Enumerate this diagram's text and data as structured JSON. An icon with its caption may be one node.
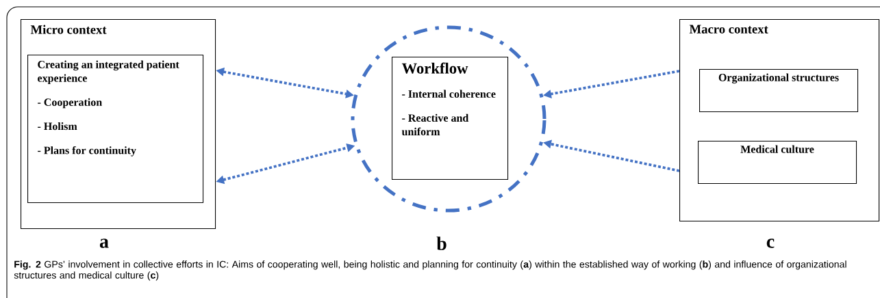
{
  "diagram": {
    "caption": "**Fig. 2** GPs’ involvement in collective efforts in IC: Aims of cooperating well, being holistic and planning for continuity (**a**) within the established way of working (**b**) and influence of organizational structures and medical culture (**c**)",
    "nodes": [
      {
        "text": [
          "Micro context"
        ]
      },
      {
        "text": [
          "Creating an integrated patient experience",
          "- Cooperation",
          "- Holism",
          "- Plans for continuity"
        ],
        "in": 0
      },
      {
        "text": [],
        "shape": "circle"
      },
      {
        "text": [
          "Workflow",
          "- Internal coherence",
          "- Reactive and uniform"
        ],
        "in": 2
      },
      {
        "text": [
          "Macro context"
        ]
      },
      {
        "text": [
          "Organizational structures"
        ],
        "in": 4
      },
      {
        "text": [
          "Medical culture"
        ],
        "in": 4
      }
    ],
    "edges": [
      {
        "from": 0,
        "to": 2,
        "arrow": "both"
      },
      {
        "from": 0,
        "to": 2,
        "arrow": "both"
      },
      {
        "from": 4,
        "to": 2,
        "arrow": "to"
      },
      {
        "from": 4,
        "to": 2,
        "arrow": "to"
      }
    ],
    "labels": [
      "a",
      "b",
      "c"
    ]
  }
}
